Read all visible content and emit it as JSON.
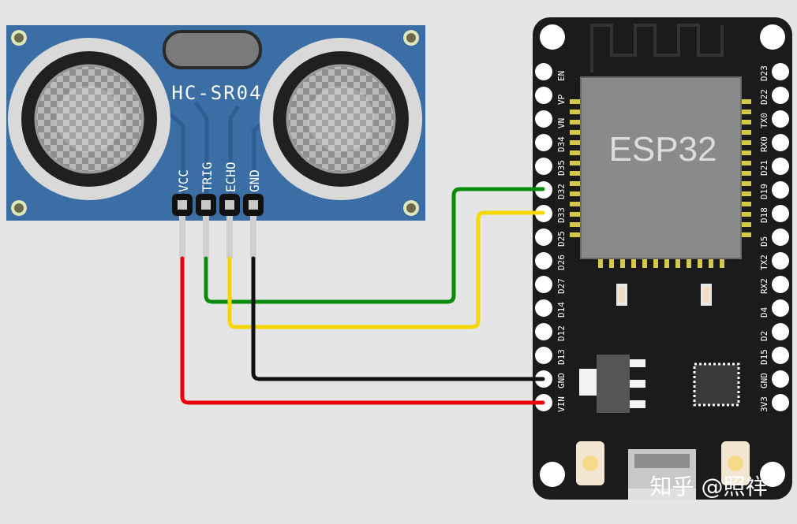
{
  "sensor": {
    "model": "HC-SR04",
    "pins": [
      "VCC",
      "TRIG",
      "ECHO",
      "GND"
    ]
  },
  "board": {
    "chip": "ESP32",
    "left_pins": [
      "EN",
      "VP",
      "VN",
      "D34",
      "D35",
      "D32",
      "D33",
      "D25",
      "D26",
      "D27",
      "D14",
      "D12",
      "D13",
      "GND",
      "VIN"
    ],
    "right_pins": [
      "D23",
      "D22",
      "TX0",
      "RX0",
      "D21",
      "D19",
      "D18",
      "D5",
      "TX2",
      "RX2",
      "D4",
      "D2",
      "D15",
      "GND",
      "3V3"
    ]
  },
  "wires": [
    {
      "name": "vcc-wire",
      "from": "VCC",
      "to": "VIN",
      "color": "#e8000b"
    },
    {
      "name": "trig-wire",
      "from": "TRIG",
      "to": "D32",
      "color": "#0a8c0a"
    },
    {
      "name": "echo-wire",
      "from": "ECHO",
      "to": "D33",
      "color": "#f5d800"
    },
    {
      "name": "gnd-wire",
      "from": "GND",
      "to": "GND",
      "color": "#111111"
    }
  ],
  "watermark": "知乎 @照祥",
  "colors": {
    "background": "#e5e5e5",
    "sensor_pcb": "#3a6ea5",
    "board_pcb": "#1b1b1b",
    "chip": "#8a8a8a"
  }
}
